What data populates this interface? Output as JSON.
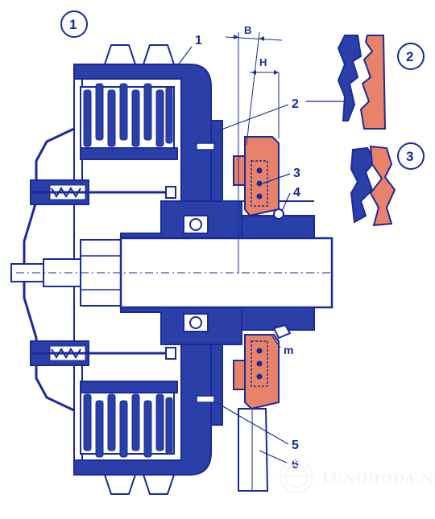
{
  "labels": {
    "view_1": "1",
    "view_2": "2",
    "view_3": "3",
    "dim_b": "B",
    "dim_h": "H",
    "callout_1": "1",
    "callout_2": "2",
    "callout_3": "3",
    "callout_4": "4",
    "callout_5": "5",
    "callout_6": "6",
    "callout_m": "m"
  },
  "watermark": {
    "text": "LUNOHODA.NET"
  },
  "colors": {
    "steel_fill": "#2a3fa8",
    "outline": "#1a2a9a",
    "friction_lining": "#e8836a",
    "background": "#ffffff",
    "hatch_light": "#c9d0f0"
  }
}
